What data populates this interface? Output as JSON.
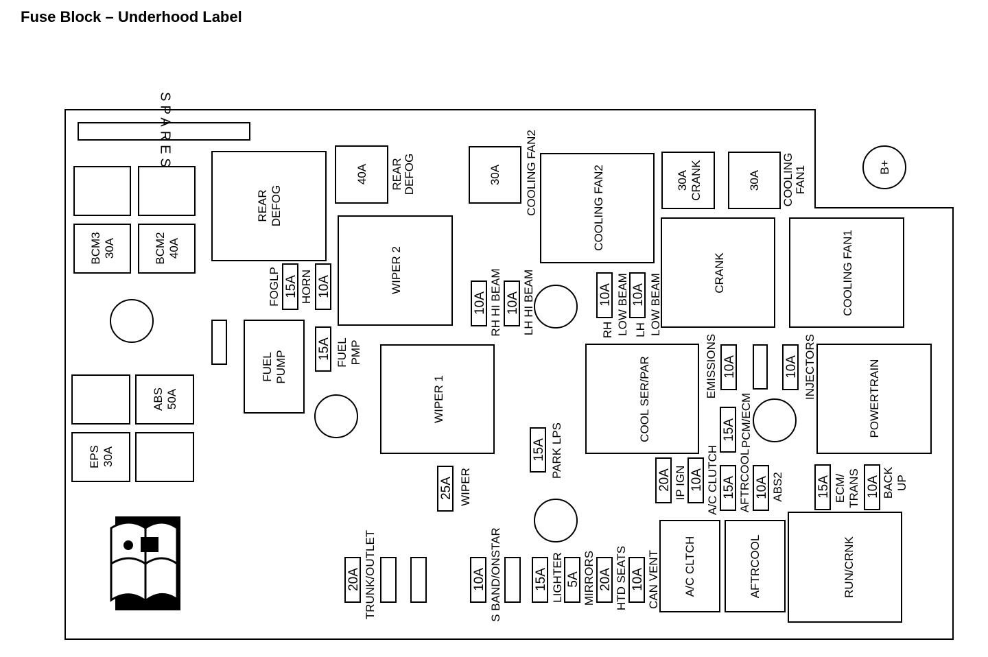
{
  "title": "Fuse Block – Underhood Label",
  "spares": "SPARES",
  "fuses": {
    "bcm3": [
      "BCM3",
      "30A"
    ],
    "bcm2": [
      "BCM2",
      "40A"
    ],
    "abs": [
      "ABS",
      "50A"
    ],
    "eps": [
      "EPS",
      "30A"
    ],
    "rear_defog_relay": [
      "REAR",
      "DEFOG"
    ],
    "rear_defog_fuse": "40A",
    "rear_defog_label": [
      "REAR",
      "DEFOG"
    ],
    "cooling_fan2_fuse": "30A",
    "cooling_fan2_label": "COOLING FAN2",
    "cooling_fan2_relay": "COOLING FAN2",
    "crank_fuse": [
      "30A",
      "CRANK"
    ],
    "cooling_fan1_fuse": "30A",
    "cooling_fan1_label": [
      "COOLING",
      "FAN1"
    ],
    "b_plus": "B+",
    "wiper2": "WIPER 2",
    "crank_relay": "CRANK",
    "cooling_fan1_relay": "COOLING FAN1",
    "foglp": {
      "amp": "15A",
      "name": "FOGLP"
    },
    "horn": {
      "amp": "10A",
      "name": "HORN"
    },
    "rh_hi_beam": {
      "amp": "10A",
      "name": "RH HI BEAM"
    },
    "lh_hi_beam": {
      "amp": "10A",
      "name": "LH HI BEAM"
    },
    "rh_low_beam": {
      "amp": "10A",
      "name": [
        "RH",
        "LOW BEAM"
      ]
    },
    "lh_low_beam": {
      "amp": "10A",
      "name": [
        "LH",
        "LOW BEAM"
      ]
    },
    "fuel_pump_relay": [
      "FUEL",
      "PUMP"
    ],
    "fuel_pmp": {
      "amp": "15A",
      "name": [
        "FUEL",
        "PMP"
      ]
    },
    "wiper1": "WIPER 1",
    "cool_ser_par": "COOL SER/PAR",
    "emissions": {
      "amp": "10A",
      "name": "EMISSIONS"
    },
    "injectors": {
      "amp": "10A",
      "name": "INJECTORS"
    },
    "powertrain": "POWERTRAIN",
    "pcm_ecm": {
      "amp": "15A",
      "name": "PCM/ECM"
    },
    "park_lps": {
      "amp": "15A",
      "name": "PARK LPS"
    },
    "wiper_fuse": {
      "amp": "25A",
      "name": "WIPER"
    },
    "ip_ign": {
      "amp": "20A",
      "name": "IP IGN"
    },
    "ac_clutch": {
      "amp": "10A",
      "name": "A/C CLUTCH"
    },
    "aftrcool": {
      "amp": "15A",
      "name": "AFTRCOOL"
    },
    "abs2": {
      "amp": "10A",
      "name": "ABS2"
    },
    "ecm_trans": {
      "amp": "15A",
      "name": [
        "ECM/",
        "TRANS"
      ]
    },
    "back_up": {
      "amp": "10A",
      "name": [
        "BACK",
        "UP"
      ]
    },
    "trunk_outlet": {
      "amp": "20A",
      "name": "TRUNK/OUTLET"
    },
    "s_band": {
      "amp": "10A",
      "name": "S BAND/ONSTAR"
    },
    "lighter": {
      "amp": "15A",
      "name": "LIGHTER"
    },
    "mirrors": {
      "amp": "5A",
      "name": "MIRRORS"
    },
    "htd_seats": {
      "amp": "20A",
      "name": "HTD SEATS"
    },
    "can_vent": {
      "amp": "10A",
      "name": "CAN VENT"
    },
    "ac_cltch_relay": "A/C CLTCH",
    "aftrcool_relay": "AFTRCOOL",
    "run_crnk_relay": "RUN/CRNK"
  }
}
